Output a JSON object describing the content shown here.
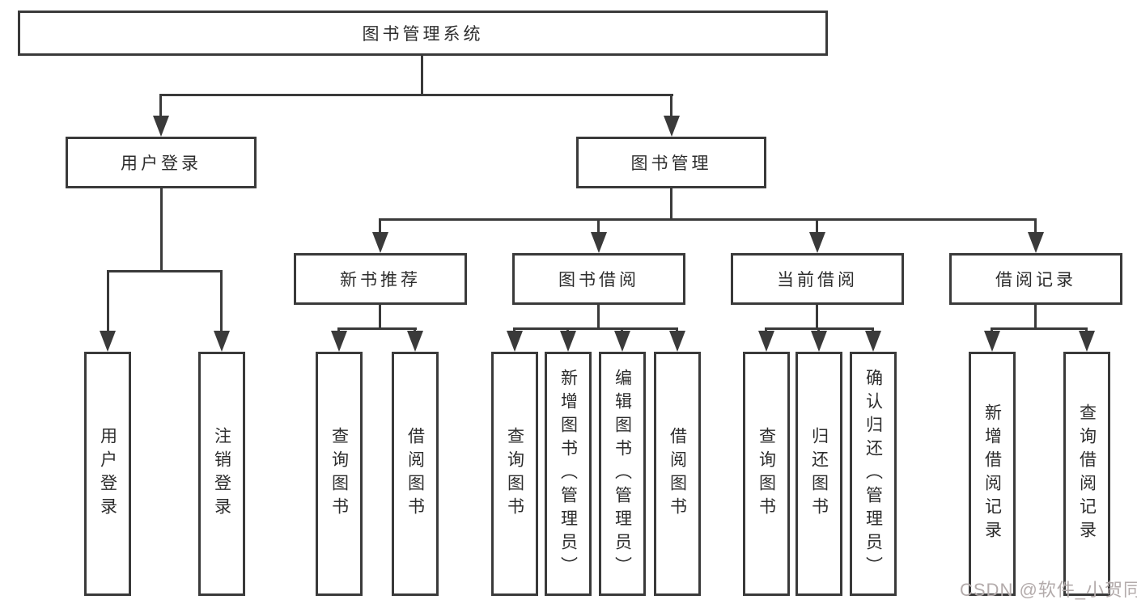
{
  "tree": {
    "root": "图书管理系统",
    "branches": [
      {
        "label": "用户登录",
        "children": [
          "用户登录",
          "注销登录"
        ]
      },
      {
        "label": "图书管理",
        "groups": [
          {
            "label": "新书推荐",
            "children": [
              "查询图书",
              "借阅图书"
            ]
          },
          {
            "label": "图书借阅",
            "children": [
              "查询图书",
              "新增图书（管理员）",
              "编辑图书（管理员）",
              "借阅图书"
            ]
          },
          {
            "label": "当前借阅",
            "children": [
              "查询图书",
              "归还图书",
              "确认归还（管理员）"
            ]
          },
          {
            "label": "借阅记录",
            "children": [
              "新增借阅记录",
              "查询借阅记录"
            ]
          }
        ]
      }
    ]
  },
  "watermark": "CSDN @软件_小贺同学",
  "colors": {
    "line": "#3a3a3a",
    "text": "#2d2d2d",
    "watermark": "#b3abab",
    "background": "#ffffff"
  }
}
